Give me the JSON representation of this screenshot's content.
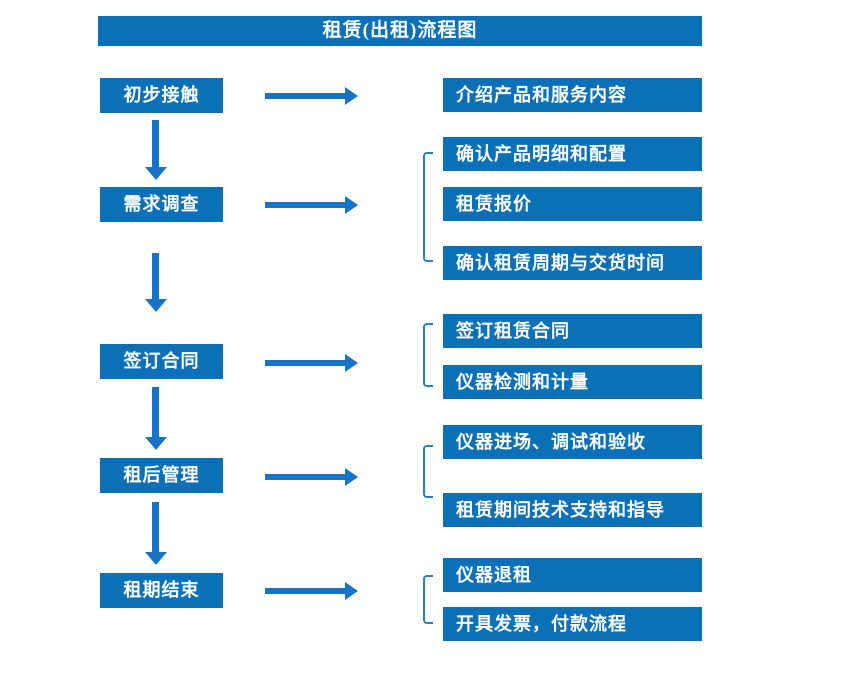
{
  "title": "租赁(出租)流程图",
  "colors": {
    "box_blue": "#0C70B8",
    "arrow_blue": "#1873C4",
    "bracket_blue": "#2E7CC3",
    "text_white": "#FFFFFF",
    "background": "#FFFFFF"
  },
  "stages": [
    {
      "label": "初步接触",
      "targets": [
        "介绍产品和服务内容"
      ]
    },
    {
      "label": "需求调查",
      "targets": [
        "确认产品明细和配置",
        "租赁报价",
        "确认租赁周期与交货时间"
      ]
    },
    {
      "label": "签订合同",
      "targets": [
        "签订租赁合同",
        "仪器检测和计量"
      ]
    },
    {
      "label": "租后管理",
      "targets": [
        "仪器进场、调试和验收",
        "租赁期间技术支持和指导"
      ]
    },
    {
      "label": "租期结束",
      "targets": [
        "仪器退租",
        "开具发票，付款流程"
      ]
    }
  ]
}
